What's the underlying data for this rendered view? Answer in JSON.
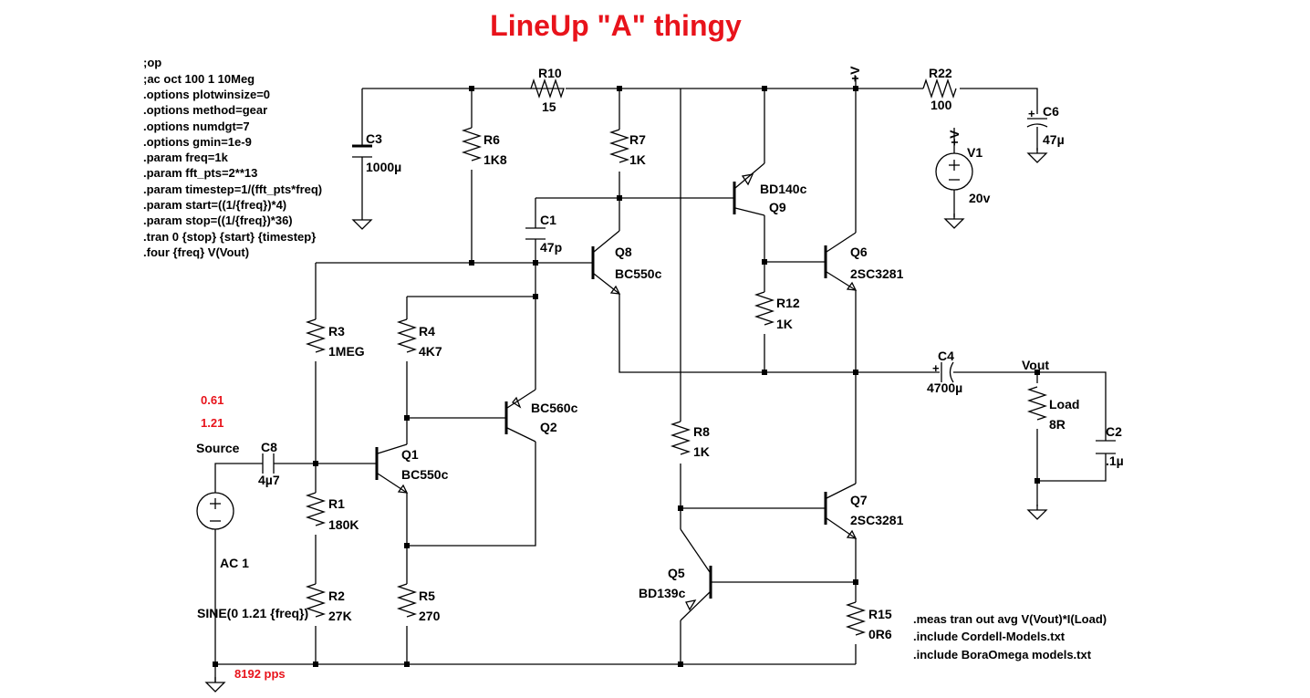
{
  "title": "LineUp \"A\" thingy",
  "directives": [
    ";op",
    ";ac oct 100 1 10Meg",
    ".options plotwinsize=0",
    ".options method=gear",
    ".options numdgt=7",
    ".options gmin=1e-9",
    ".param freq=1k",
    ".param fft_pts=2**13",
    ".param timestep=1/(fft_pts*freq)",
    ".param start=((1/{freq})*4)",
    ".param stop=((1/{freq})*36)",
    ".tran 0 {stop} {start} {timestep}",
    ".four {freq} V(Vout)"
  ],
  "meas_directives": [
    ".meas tran out avg V(Vout)*I(Load)",
    ".include Cordell-Models.txt",
    ".include BoraOmega models.txt"
  ],
  "annotations": {
    "a1": "0.61",
    "a2": "1.21",
    "pps": "8192 pps"
  },
  "supply_net": "+V",
  "source": {
    "name": "Source",
    "ac": "AC 1",
    "sine": "SINE(0 1.21 {freq})"
  },
  "components": {
    "R10": {
      "ref": "R10",
      "value": "15"
    },
    "R22": {
      "ref": "R22",
      "value": "100"
    },
    "C6": {
      "ref": "C6",
      "value": "47µ"
    },
    "C3": {
      "ref": "C3",
      "value": "1000µ"
    },
    "R6": {
      "ref": "R6",
      "value": "1K8"
    },
    "R7": {
      "ref": "R7",
      "value": "1K"
    },
    "Q9": {
      "ref": "Q9",
      "value": "BD140c"
    },
    "V1": {
      "ref": "V1",
      "value": "20v"
    },
    "C1": {
      "ref": "C1",
      "value": "47p"
    },
    "Q8": {
      "ref": "Q8",
      "value": "BC550c"
    },
    "Q6": {
      "ref": "Q6",
      "value": "2SC3281"
    },
    "R12": {
      "ref": "R12",
      "value": "1K"
    },
    "R3": {
      "ref": "R3",
      "value": "1MEG"
    },
    "R4": {
      "ref": "R4",
      "value": "4K7"
    },
    "C4": {
      "ref": "C4",
      "value": "4700µ"
    },
    "Vout": {
      "ref": "Vout"
    },
    "Load": {
      "ref": "Load",
      "value": "8R"
    },
    "C2": {
      "ref": "C2",
      "value": ".1µ"
    },
    "Q2": {
      "ref": "Q2",
      "value": "BC560c"
    },
    "C8": {
      "ref": "C8",
      "value": "4µ7"
    },
    "Q1": {
      "ref": "Q1",
      "value": "BC550c"
    },
    "R8": {
      "ref": "R8",
      "value": "1K"
    },
    "R1": {
      "ref": "R1",
      "value": "180K"
    },
    "Q7": {
      "ref": "Q7",
      "value": "2SC3281"
    },
    "Q5": {
      "ref": "Q5",
      "value": "BD139c"
    },
    "R2": {
      "ref": "R2",
      "value": "27K"
    },
    "R5": {
      "ref": "R5",
      "value": "270"
    },
    "R15": {
      "ref": "R15",
      "value": "0R6"
    }
  }
}
